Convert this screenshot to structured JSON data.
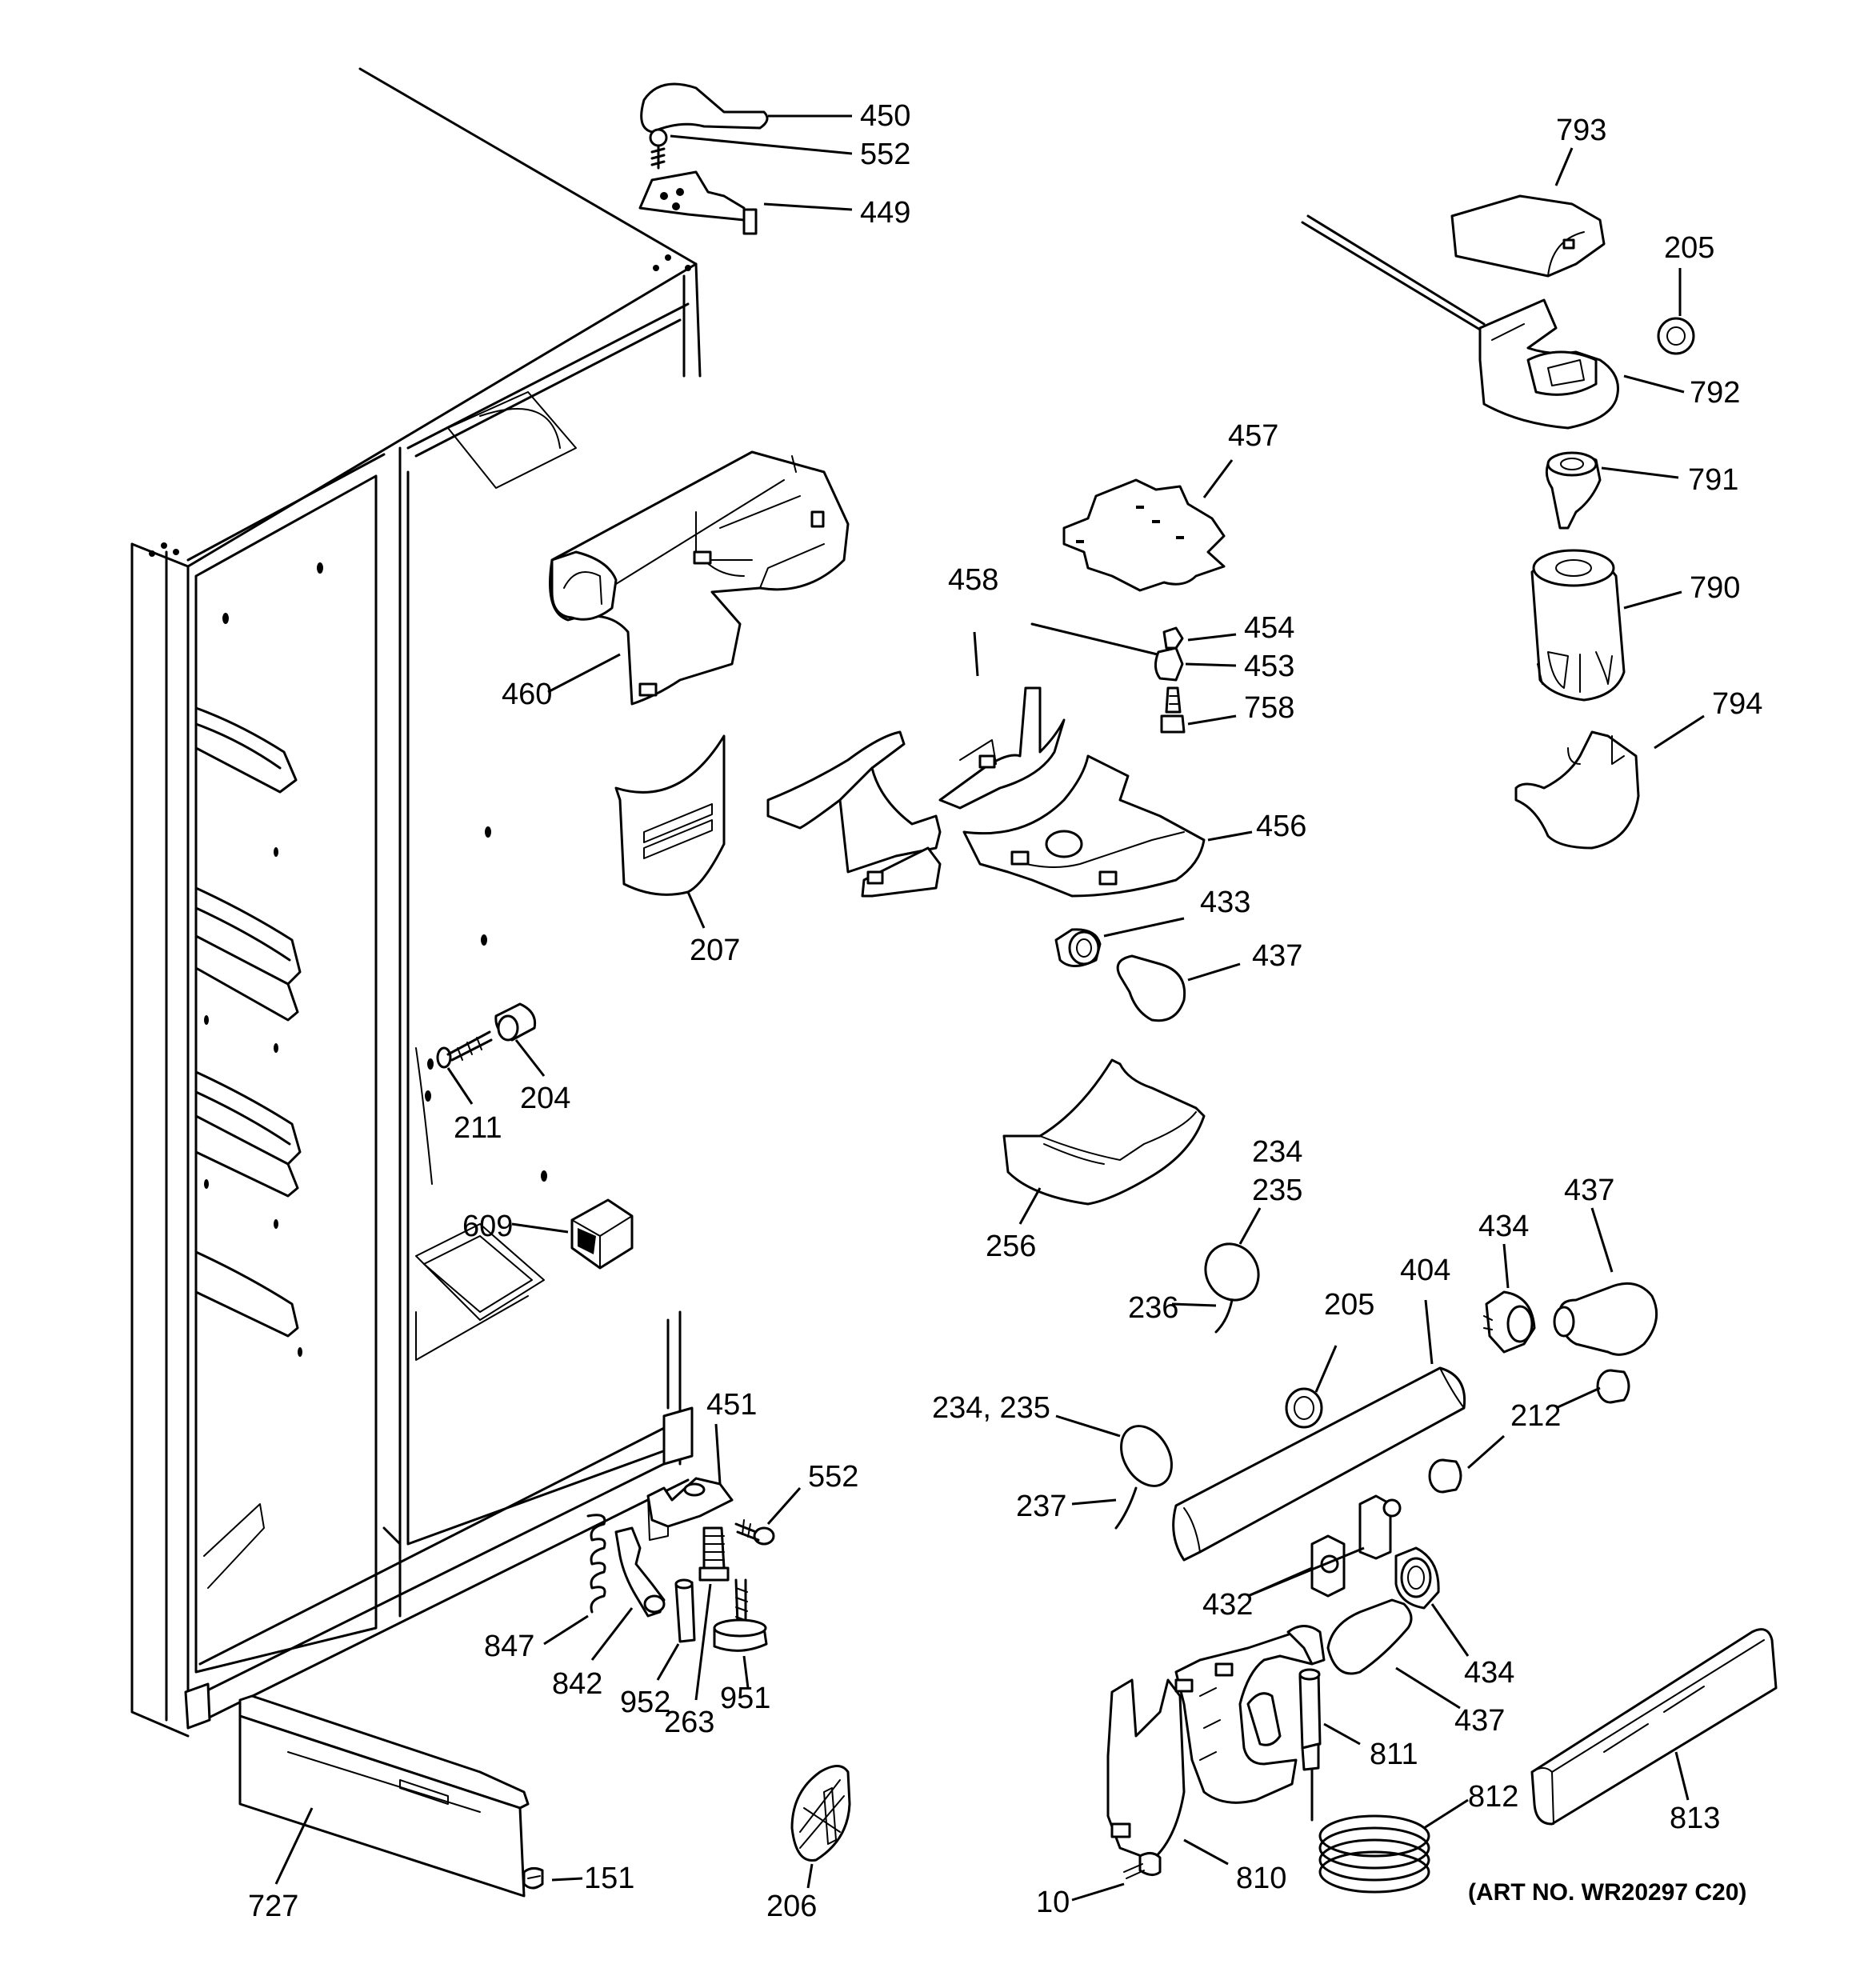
{
  "labels": {
    "p450": "450",
    "p552a": "552",
    "p449": "449",
    "p793": "793",
    "p205a": "205",
    "p792": "792",
    "p791": "791",
    "p790": "790",
    "p794": "794",
    "p457": "457",
    "p458": "458",
    "p454": "454",
    "p453": "453",
    "p758": "758",
    "p456": "456",
    "p433": "433",
    "p437a": "437",
    "p460": "460",
    "p207": "207",
    "p204": "204",
    "p211": "211",
    "p609": "609",
    "p256": "256",
    "p234a": "234",
    "p235a": "235",
    "p236": "236",
    "p205b": "205",
    "p404": "404",
    "p434a": "434",
    "p437b": "437",
    "p212": "212",
    "p234235": "234, 235",
    "p237": "237",
    "p432": "432",
    "p434b": "434",
    "p437c": "437",
    "p451": "451",
    "p552b": "552",
    "p847": "847",
    "p842": "842",
    "p952": "952",
    "p263": "263",
    "p951": "951",
    "p811": "811",
    "p812": "812",
    "p813": "813",
    "p727": "727",
    "p151": "151",
    "p206": "206",
    "p10": "10",
    "p810": "810"
  },
  "art_number": "(ART NO. WR20297 C20)"
}
